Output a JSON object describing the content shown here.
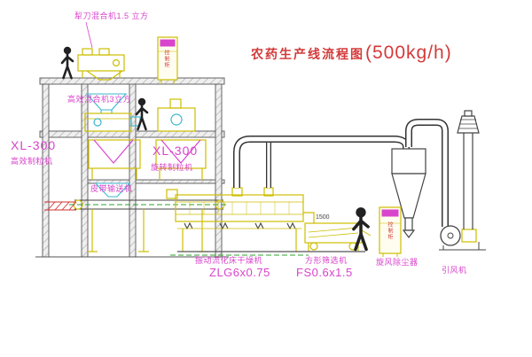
{
  "title": {
    "main": "农药生产线流程图",
    "capacity": "(500kg/h)"
  },
  "labels": {
    "top_mixer": "犁刀混合机1.5 立方",
    "mixer_3m3": "高效混合机3立方",
    "xl300_left": "XL-300",
    "granulator_left": "高效制粒机",
    "xl300_center": "XL-300",
    "granulator_center": "旋转制粒机",
    "belt_conveyor": "皮带输送机",
    "fluid_bed": "振动流化床干燥机",
    "fluid_bed_model": "ZLG6x0.75",
    "screen": "方形筛选机",
    "screen_model": "FS0.6x1.5",
    "cyclone": "旋风除尘器",
    "fan": "引风机",
    "dim_1500": "1500",
    "cabinet1": "控制柜",
    "cabinet2": "控制柜"
  },
  "colors": {
    "line_yellow": "#cdbd00",
    "label_magenta": "#d844cc",
    "title_red": "#d43a3a",
    "detail_cyan": "#3bb8cf",
    "dash_green": "#2ea02e"
  }
}
